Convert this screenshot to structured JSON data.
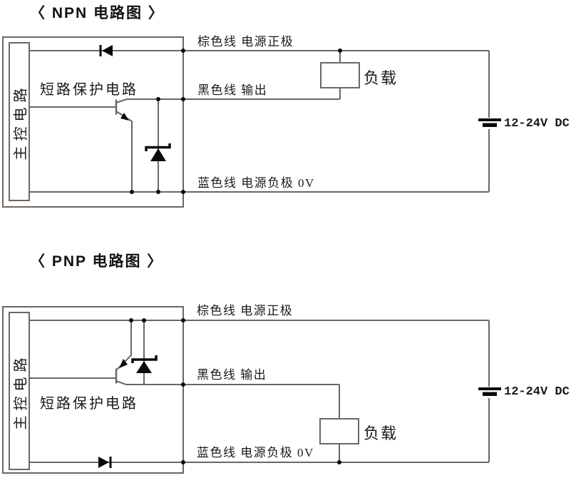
{
  "colors": {
    "background": "#ffffff",
    "wire": "#6e6660",
    "component": "#0a0a0a",
    "text": "#1c1a18"
  },
  "npn": {
    "title": "〈 NPN 电路图 〉",
    "labels": {
      "main_control": "主控电路",
      "short_circuit_protection": "短路保护电路",
      "brown_wire": "棕色线 电源正极",
      "black_wire": "黑色线 输出",
      "blue_wire": "蓝色线 电源负极 0V",
      "load": "负载",
      "power_supply": "12-24V DC"
    }
  },
  "pnp": {
    "title": "〈 PNP 电路图 〉",
    "labels": {
      "main_control": "主控电路",
      "short_circuit_protection": "短路保护电路",
      "brown_wire": "棕色线 电源正极",
      "black_wire": "黑色线 输出",
      "blue_wire": "蓝色线 电源负极 0V",
      "load": "负载",
      "power_supply": "12-24V DC"
    }
  }
}
